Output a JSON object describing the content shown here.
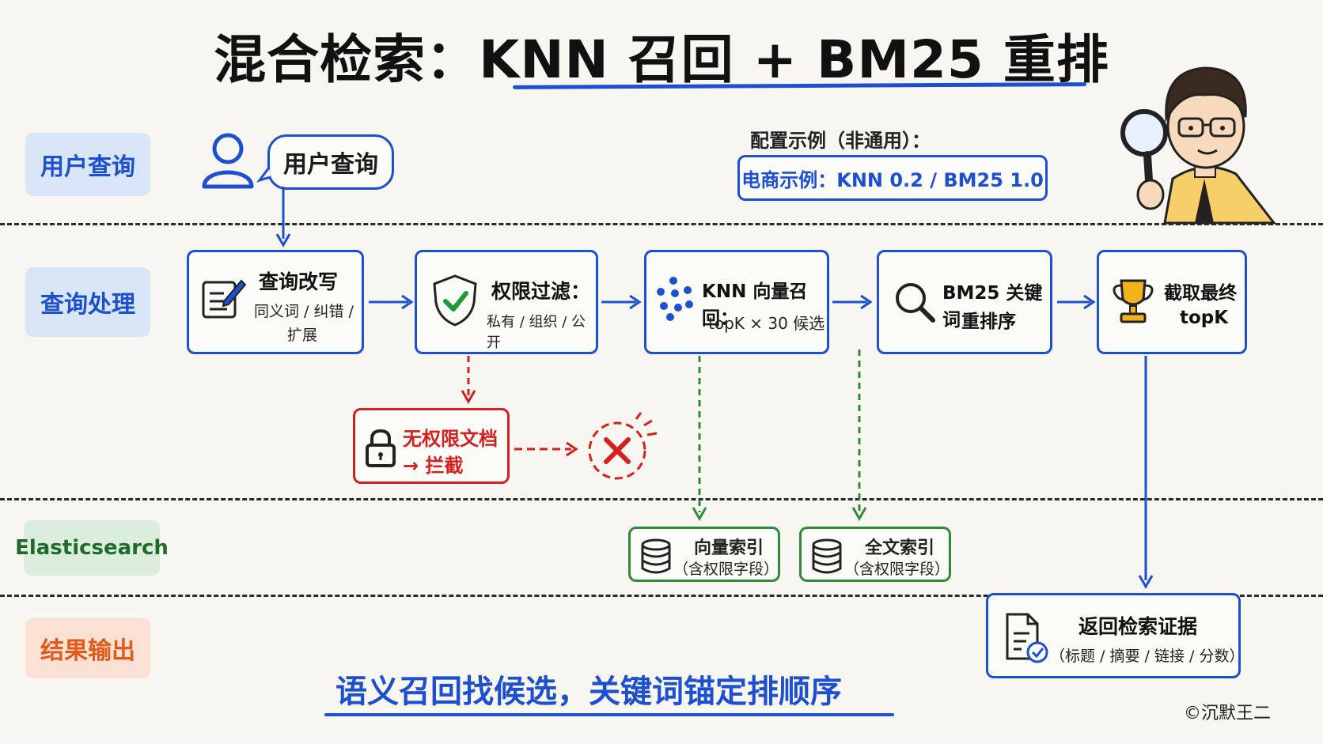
{
  "title": "混合检索：KNN 召回 + BM25 重排",
  "lanes": {
    "query": "用户查询",
    "processing": "查询处理",
    "es": "Elasticsearch",
    "output": "结果输出"
  },
  "user": {
    "bubble": "用户查询",
    "icon": "user-icon"
  },
  "config": {
    "label": "配置示例（非通用）：",
    "example": "电商示例：KNN 0.2 / BM25 1.0"
  },
  "steps": [
    {
      "icon": "edit-document-icon",
      "main": "查询改写",
      "sub1": "同义词 / 纠错 /",
      "sub2": "扩展"
    },
    {
      "icon": "shield-check-icon",
      "main": "权限过滤：",
      "sub1": "私有 / 组织 / 公开"
    },
    {
      "icon": "vector-dots-icon",
      "main": "KNN 向量召回：",
      "sub1": "topK × 30 候选"
    },
    {
      "icon": "magnifier-icon",
      "main": "BM25 关键词",
      "sub1": "重排序"
    },
    {
      "icon": "trophy-icon",
      "main": "截取最终",
      "sub1": "topK"
    }
  ],
  "blocked": {
    "line1": "无权限文档",
    "line2": "→ 拦截",
    "icon": "lock-icon",
    "reject_icon": "x-circle-icon"
  },
  "indexes": [
    {
      "icon": "database-icon",
      "main": "向量索引",
      "sub": "（含权限字段）"
    },
    {
      "icon": "database-icon",
      "main": "全文索引",
      "sub": "（含权限字段）"
    }
  ],
  "result": {
    "icon": "document-check-icon",
    "main": "返回检索证据",
    "sub": "（标题 / 摘要 / 链接 / 分数）"
  },
  "slogan": "语义召回找候选，关键词锚定排顺序",
  "credit": "©沉默王二",
  "colors": {
    "primary": "#1d4fd1",
    "danger": "#d61f1f",
    "es_green": "#2f8a3a",
    "output_orange": "#e05a1a"
  }
}
